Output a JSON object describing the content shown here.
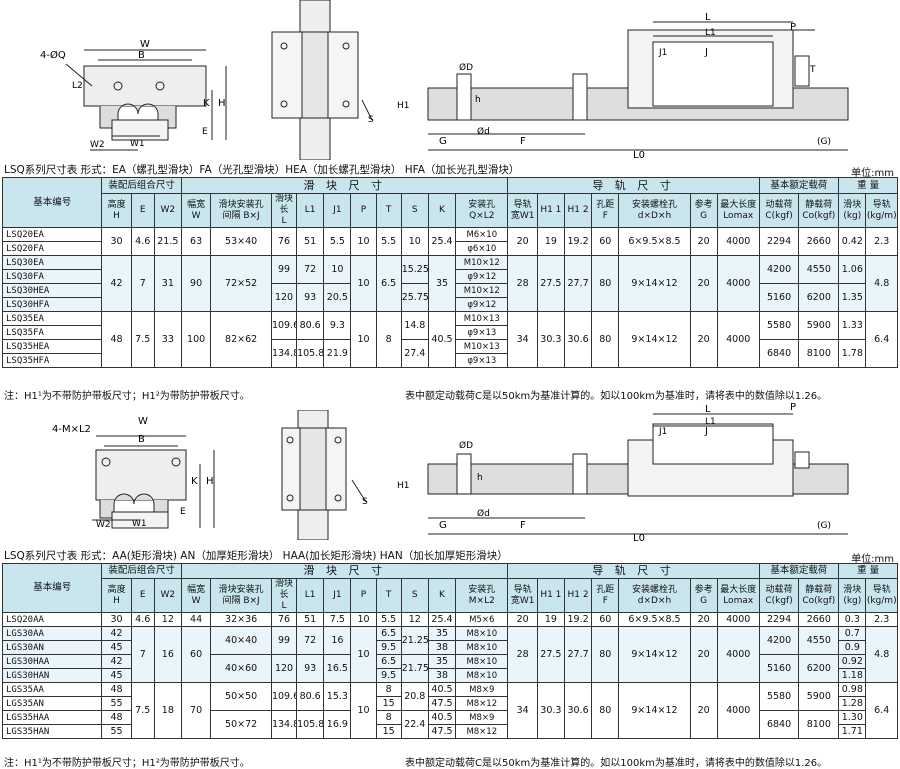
{
  "drawing_labels_top": {
    "four_q": "4-ØQ",
    "W": "W",
    "B": "B",
    "L2": "L2",
    "K": "K",
    "H": "H",
    "E": "E",
    "W2": "W2",
    "W1": "W1",
    "S": "S",
    "L": "L",
    "L1": "L1",
    "J1": "J1",
    "J": "J",
    "P": "P",
    "T": "T",
    "OD": "ØD",
    "H1": "H1",
    "h": "h",
    "od": "Ød",
    "G": "G",
    "F": "F",
    "G2": "(G)",
    "L0": "L0"
  },
  "drawing_labels_bottom": {
    "four_m": "4-M×L2",
    "W": "W",
    "B": "B",
    "K": "K",
    "H": "H",
    "E": "E",
    "W2": "W2",
    "W1": "W1",
    "S": "S",
    "L": "L",
    "L1": "L1",
    "J1": "J1",
    "J": "J",
    "P": "P",
    "OD": "ØD",
    "H1": "H1",
    "h": "h",
    "od": "Ød",
    "G": "G",
    "F": "F",
    "G2": "(G)",
    "L0": "L0"
  },
  "table1": {
    "caption": "LSQ系列尺寸表  形式：EA（螺孔型滑块）FA（光孔型滑块）HEA（加长螺孔型滑块） HFA（加长光孔型滑块）",
    "unit": "单位:mm",
    "h_model": "基本编号",
    "h_assembly": "装配后组合尺寸",
    "h_block": "滑 块 尺 寸",
    "h_rail": "导 轨 尺 寸",
    "h_load": "基本额定载荷",
    "h_weight": "重 量",
    "c_H": "高度\nH",
    "c_E": "E",
    "c_W2": "W2",
    "c_W": "幅宽\nW",
    "c_BJ": "滑块安装孔\n间隔 B×J",
    "c_L": "滑块长\nL",
    "c_L1": "L1",
    "c_J1": "J1",
    "c_P": "P",
    "c_T": "T",
    "c_S": "S",
    "c_K": "K",
    "c_hole": "安装孔\nQ×L2",
    "c_W1": "导轨\n宽W1",
    "c_H1a": "H1 1",
    "c_H1b": "H1 2",
    "c_F": "孔距\nF",
    "c_dDh": "安装螺栓孔\nd×D×h",
    "c_G": "参考\nG",
    "c_Lmax": "最大长度\nLomax",
    "c_C": "动载荷\nC(kgf)",
    "c_C0": "静载荷\nCo(kgf)",
    "c_wb": "滑块\n(kg)",
    "c_wr": "导轨\n(kg/m)",
    "models": [
      "LSQ20EA",
      "LSQ20FA",
      "LSQ30EA",
      "LSQ30FA",
      "LSQ30HEA",
      "LSQ30HFA",
      "LSQ35EA",
      "LSQ35FA",
      "LSQ35HEA",
      "LSQ35HFA"
    ],
    "g1": {
      "H": "30",
      "E": "4.6",
      "W2": "21.5",
      "W": "63",
      "BJ": "53×40",
      "L": "76",
      "L1": "51",
      "J1": "5.5",
      "P": "10",
      "T": "5.5",
      "S": "10",
      "K": "25.4",
      "hole1": "M6×10",
      "hole2": "φ6×10",
      "W1": "20",
      "H1a": "19",
      "H1b": "19.2",
      "F": "60",
      "dDh": "6×9.5×8.5",
      "G": "20",
      "Lmax": "4000",
      "C": "2294",
      "C0": "2660",
      "wb": "0.42",
      "wr": "2.3"
    },
    "g2": {
      "H": "42",
      "E": "7",
      "W2": "31",
      "W": "90",
      "BJ": "72×52",
      "La": "99",
      "L1a": "72",
      "J1a": "10",
      "Lb": "120",
      "L1b": "93",
      "J1b": "20.5",
      "P": "10",
      "T": "6.5",
      "Sa": "15.25",
      "Sb": "25.75",
      "K": "35",
      "hole1": "M10×12",
      "hole2": "φ9×12",
      "hole3": "M10×12",
      "hole4": "φ9×12",
      "W1": "28",
      "H1a": "27.5",
      "H1b": "27.7",
      "F": "80",
      "dDh": "9×14×12",
      "G": "20",
      "Lmax": "4000",
      "Ca": "4200",
      "C0a": "4550",
      "wba": "1.06",
      "Cb": "5160",
      "C0b": "6200",
      "wbb": "1.35",
      "wr": "4.8"
    },
    "g3": {
      "H": "48",
      "E": "7.5",
      "W2": "33",
      "W": "100",
      "BJ": "82×62",
      "La": "109.6",
      "L1a": "80.6",
      "J1a": "9.3",
      "Lb": "134.8",
      "L1b": "105.8",
      "J1b": "21.9",
      "P": "10",
      "T": "8",
      "Sa": "14.8",
      "Sb": "27.4",
      "K": "40.5",
      "hole1": "M10×13",
      "hole2": "φ9×13",
      "hole3": "M10×13",
      "hole4": "φ9×13",
      "W1": "34",
      "H1a": "30.3",
      "H1b": "30.6",
      "F": "80",
      "dDh": "9×14×12",
      "G": "20",
      "Lmax": "4000",
      "Ca": "5580",
      "C0a": "5900",
      "wba": "1.33",
      "Cb": "6840",
      "C0b": "8100",
      "wbb": "1.78",
      "wr": "6.4"
    },
    "note_left": "注：H1¹为不带防护带板尺寸；H1²为带防护带板尺寸。",
    "note_right": "表中额定动载荷C是以50km为基准计算的。如以100km为基准时，请将表中的数值除以1.26。"
  },
  "table2": {
    "caption": "LSQ系列尺寸表  形式：AA(矩形滑块) AN（加厚矩形滑块） HAA(加长矩形滑块) HAN（加长加厚矩形滑块）",
    "unit": "单位:mm",
    "c_hole": "安装孔\nM×L2",
    "rows": [
      {
        "m": "LSQ20AA",
        "H": "30",
        "E": "4.6",
        "W2": "12",
        "W": "44",
        "BJ": "32×36",
        "L": "76",
        "L1": "51",
        "J1": "7.5",
        "P": "10",
        "T": "5.5",
        "S": "12",
        "K": "25.4",
        "hole": "M5×6",
        "W1": "20",
        "H1a": "19",
        "H1b": "19.2",
        "F": "60",
        "dDh": "6×9.5×8.5",
        "G": "20",
        "Lmax": "4000",
        "C": "2294",
        "C0": "2660",
        "wb": "0.3",
        "wr": "2.3"
      },
      {
        "m": "LGS30AA",
        "H": "42",
        "T": "6.5",
        "K": "35",
        "hole": "M8×10",
        "wb": "0.7"
      },
      {
        "m": "LGS30AN",
        "H": "45",
        "T": "9.5",
        "K": "38",
        "hole": "M8×10",
        "wb": "0.9"
      },
      {
        "m": "LGS30HAA",
        "H": "42",
        "T": "6.5",
        "K": "35",
        "hole": "M8×10",
        "wb": "0.92"
      },
      {
        "m": "LGS30HAN",
        "H": "45",
        "T": "9.5",
        "K": "38",
        "hole": "M8×10",
        "wb": "1.18"
      },
      {
        "m": "LGS35AA",
        "H": "48",
        "T": "8",
        "K": "40.5",
        "hole": "M8×9",
        "wb": "0.98"
      },
      {
        "m": "LGS35AN",
        "H": "55",
        "T": "15",
        "K": "47.5",
        "hole": "M8×12",
        "wb": "1.28"
      },
      {
        "m": "LGS35HAA",
        "H": "48",
        "T": "8",
        "K": "40.5",
        "hole": "M8×9",
        "wb": "1.30"
      },
      {
        "m": "LGS35HAN",
        "H": "55",
        "T": "15",
        "K": "47.5",
        "hole": "M8×12",
        "wb": "1.71"
      }
    ],
    "g30": {
      "E": "7",
      "W2": "16",
      "W": "60",
      "BJa": "40×40",
      "BJb": "40×60",
      "La": "99",
      "L1a": "72",
      "J1a": "16",
      "Lb": "120",
      "L1b": "93",
      "J1b": "16.5",
      "P": "10",
      "Sa": "21.25",
      "Sb": "21.75",
      "W1": "28",
      "H1a": "27.5",
      "H1b": "27.7",
      "F": "80",
      "dDh": "9×14×12",
      "G": "20",
      "Lmax": "4000",
      "Ca": "4200",
      "C0a": "4550",
      "Cb": "5160",
      "C0b": "6200",
      "wr": "4.8"
    },
    "g35": {
      "E": "7.5",
      "W2": "18",
      "W": "70",
      "BJa": "50×50",
      "BJb": "50×72",
      "La": "109.6",
      "L1a": "80.6",
      "J1a": "15.3",
      "Lb": "134.8",
      "L1b": "105.8",
      "J1b": "16.9",
      "P": "10",
      "Sa": "20.8",
      "Sb": "22.4",
      "W1": "34",
      "H1a": "30.3",
      "H1b": "30.6",
      "F": "80",
      "dDh": "9×14×12",
      "G": "20",
      "Lmax": "4000",
      "Ca": "5580",
      "C0a": "5900",
      "Cb": "6840",
      "C0b": "8100",
      "wr": "6.4"
    },
    "note_left": "注：H1¹为不带防护带板尺寸；H1²为带防护带板尺寸。",
    "note_right": "表中额定动载荷C是以50km为基准计算的。如以100km为基准时，请将表中的数值除以1.26。"
  }
}
